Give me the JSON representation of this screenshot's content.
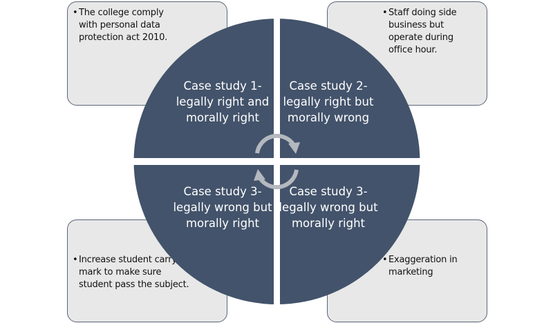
{
  "colors": {
    "quadrant_fill": "#43536b",
    "box_fill": "#e8e8e8",
    "box_border": "#5a6478",
    "arrow": "#b4b8bf",
    "quadrant_text": "#ffffff",
    "box_text": "#111111"
  },
  "quadrants": [
    {
      "id": "q1",
      "label": "Case study 1- legally right and morally right"
    },
    {
      "id": "q2",
      "label": "Case study 2- legally right but morally wrong"
    },
    {
      "id": "q3",
      "label": "Case study 3- legally wrong but morally right"
    },
    {
      "id": "q4",
      "label": "Case study 3- legally wrong but morally right"
    }
  ],
  "boxes": {
    "top_left": {
      "bullet": "The college comply with personal data protection act 2010."
    },
    "top_right": {
      "bullet": "Staff doing side business but operate during office hour."
    },
    "bottom_left": {
      "bullet": "Increase student carry mark to make sure student pass the subject."
    },
    "bottom_right": {
      "bullet": "Exaggeration in marketing"
    }
  },
  "center_icons": [
    "cycle-arrow-top-icon",
    "cycle-arrow-bottom-icon"
  ]
}
